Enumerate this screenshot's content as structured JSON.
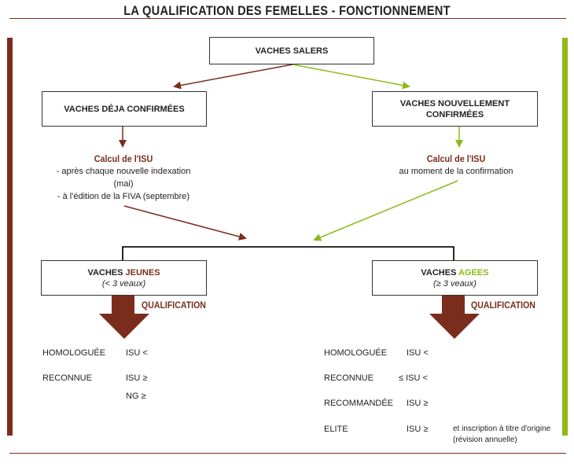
{
  "colors": {
    "brown": "#7b2d1d",
    "green": "#8fb81a",
    "dark": "#333333"
  },
  "title": "LA QUALIFICATION DES FEMELLES - FONCTIONNEMENT",
  "top_box": {
    "label": "VACHES SALERS"
  },
  "left_box": {
    "label": "VACHES DÉJA CONFIRMÉES"
  },
  "right_box": {
    "line1": "VACHES NOUVELLEMENT",
    "line2": "CONFIRMÉES"
  },
  "left_calc": {
    "title": "Calcul de l'ISU",
    "lines": [
      "- après chaque nouvelle indexation",
      "(mai)",
      "- à l'édition de la FIVA (septembre)"
    ]
  },
  "right_calc": {
    "title": "Calcul de l'ISU",
    "line": "au moment de la confirmation"
  },
  "young_box": {
    "prefix": "VACHES",
    "highlight": "JEUNES",
    "sub": "(< 3 veaux)"
  },
  "old_box": {
    "prefix": "VACHES",
    "highlight": "AGEES",
    "sub": "(≥ 3 veaux)"
  },
  "qualification_label": "QUALIFICATION",
  "young_rows": [
    {
      "label": "HOMOLOGUÉE",
      "criteria": "ISU <"
    },
    {
      "label": "RECONNUE",
      "criteria": "ISU ≥"
    },
    {
      "label": "",
      "criteria": "NG ≥"
    }
  ],
  "old_rows": [
    {
      "label": "HOMOLOGUÉE",
      "criteria": "ISU <"
    },
    {
      "label": "RECONNUE",
      "criteria": "≤ ISU <"
    },
    {
      "label": "RECOMMANDÉE",
      "criteria": "ISU ≥"
    },
    {
      "label": "ELITE",
      "criteria": "ISU ≥"
    }
  ],
  "elite_note": {
    "line1": "et inscription à titre d'origine",
    "line2": "(révision annuelle)"
  }
}
